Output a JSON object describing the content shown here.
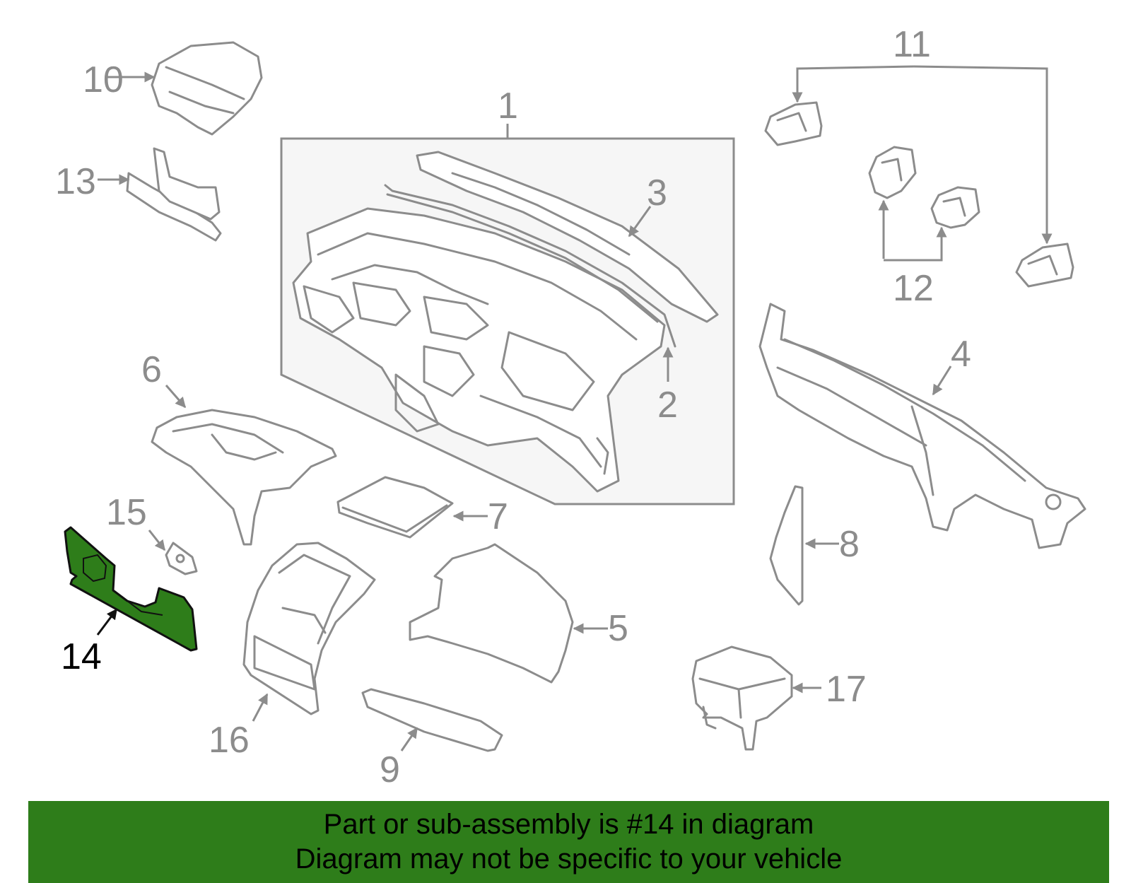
{
  "callouts": {
    "c1": "1",
    "c2": "2",
    "c3": "3",
    "c4": "4",
    "c5": "5",
    "c6": "6",
    "c7": "7",
    "c8": "8",
    "c9": "9",
    "c10": "10",
    "c11": "11",
    "c12": "12",
    "c13": "13",
    "c14": "14",
    "c15": "15",
    "c16": "16",
    "c17": "17"
  },
  "highlight": {
    "part": "14",
    "color": "#2e7d1a"
  },
  "banner": {
    "line1": "Part or sub-assembly is #14 in diagram",
    "line2": "Diagram may not be specific to your vehicle",
    "color": "#2e7d1a"
  }
}
